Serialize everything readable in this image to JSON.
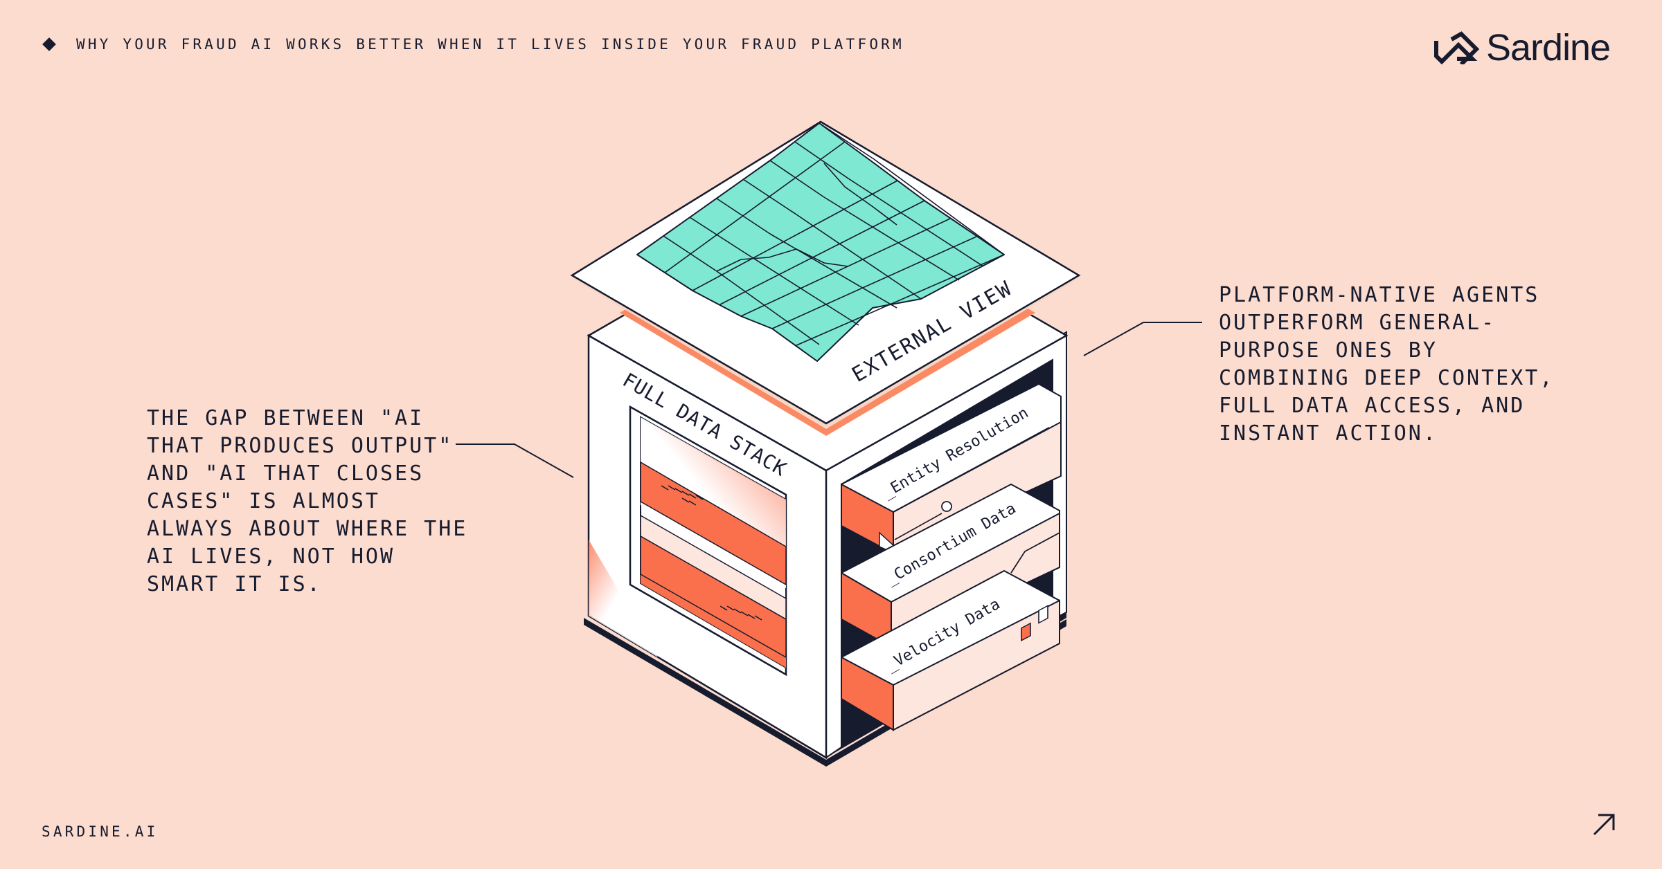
{
  "header": {
    "title": "WHY YOUR FRAUD AI WORKS BETTER WHEN IT LIVES INSIDE YOUR FRAUD PLATFORM"
  },
  "brand": {
    "name": "Sardine",
    "site": "SARDINE.AI",
    "logo_icon": "sardine-logo-icon"
  },
  "callouts": {
    "left": "THE GAP BETWEEN \"AI\nTHAT PRODUCES OUTPUT\"\nAND \"AI THAT CLOSES\nCASES\" IS ALMOST\nALWAYS ABOUT WHERE THE\nAI LIVES, NOT HOW\nSMART IT IS.",
    "right": "PLATFORM-NATIVE AGENTS\nOUTPERFORM GENERAL-\nPURPOSE ONES BY\nCOMBINING DEEP CONTEXT,\nFULL DATA ACCESS, AND\nINSTANT ACTION."
  },
  "diagram": {
    "external_view": "EXTERNAL VIEW",
    "full_data_stack": "FULL DATA STACK",
    "drawers": [
      "_Entity Resolution",
      "_Consortium Data",
      "_Velocity Data"
    ]
  },
  "icons": {
    "footer_arrow": "arrow-up-right-icon"
  },
  "colors": {
    "background": "#FCDCCF",
    "ink": "#161B2E",
    "orange": "#FA704D",
    "teal": "#7EE8D3",
    "white": "#FFFFFF"
  }
}
